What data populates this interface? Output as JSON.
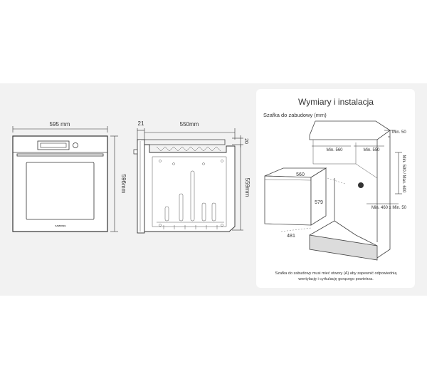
{
  "front_view": {
    "width_label": "595 mm",
    "height_label": "596mm",
    "brand_mark": "SAMSUNG"
  },
  "side_view": {
    "door_label": "21",
    "depth_label": "550mm",
    "top_label": "20",
    "height_label": "559mm"
  },
  "installation": {
    "title": "Wymiary i instalacja",
    "subtitle": "Szafka do zabudowy (mm)",
    "dims": {
      "min50_top": "Min. 50",
      "min560": "Min. 560",
      "min550": "Min. 550",
      "range_height": "Min. 590 / Max. 600",
      "oven_width": "560",
      "oven_height": "579",
      "oven_depth": "481",
      "bottom_dims": "Min. 460 x Min. 50",
      "marker": "A"
    },
    "note_line1": "Szafka do zabudowy musi mieć otwory (A) aby zapewnić odpowiednią",
    "note_line2": "wentylację i cyrkulację gorącego powietrza."
  }
}
